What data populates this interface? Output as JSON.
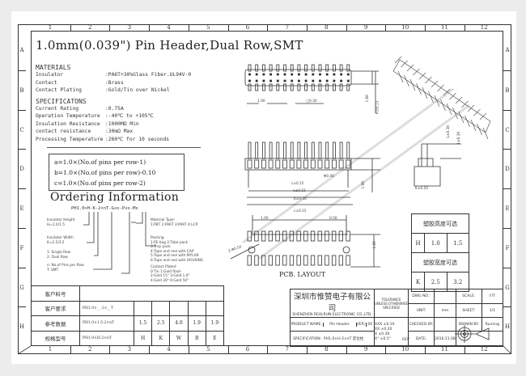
{
  "title": "1.0mm(0.039\") Pin Header,Dual Row,SMT",
  "columns": [
    "1",
    "2",
    "3",
    "4",
    "5",
    "6",
    "7",
    "8",
    "9",
    "10",
    "11",
    "12"
  ],
  "rows": [
    "A",
    "B",
    "C",
    "D",
    "E",
    "F",
    "G",
    "H"
  ],
  "materials": {
    "heading": "MATERIALS",
    "items": [
      {
        "label": "Insulator",
        "value": ":PA6T+30%Glass Fiber.UL94V-0"
      },
      {
        "label": "Contact",
        "value": ":Brass"
      },
      {
        "label": "Contact Plating",
        "value": ":Gold/Tin over Nickel"
      }
    ]
  },
  "specifications": {
    "heading": "SPECIFICATONS",
    "items": [
      {
        "label": "Current Rating",
        "value": ":0.75A"
      },
      {
        "label": "Operation Temperature",
        "value": ":-40℃ to +105℃"
      },
      {
        "label": "Insulation Resistance",
        "value": ":1000MΩ Min"
      },
      {
        "label": "contact resistance",
        "value": ":30mΩ Max"
      },
      {
        "label": "Processing Temperature",
        "value": ":260℃ for 10 seconds"
      }
    ]
  },
  "formulas": [
    "a=1.0×(No.of pins per row-1)",
    "b=1.0×(No.of pins per row)-0.10",
    "c=1.0×(No.of pins per row-2)"
  ],
  "ordering": {
    "heading": "Ordering Information",
    "code": "PH1.0×H-K-2×nT-Gxx-Pxx-Mx",
    "left": [
      [
        "Insulator Height",
        "H=1.0/1.5"
      ],
      [
        "Insulator Width",
        "K=2.5/3.2"
      ],
      [
        "1: Single Row",
        "2: Dual Row"
      ],
      [
        "n: No.of Pins per Row",
        "T: SMT"
      ]
    ],
    "right": [
      [
        "Material Type:",
        "1:PBT 2:PA6T 3:PA9T 4:LCP"
      ],
      [
        "Packing",
        "1:PE bag    2:Tube pack",
        "3:Tray pack",
        "4:Tape and reel with CAP",
        "5:Tape and reel with MYLAR",
        "6:Tape and reel with HOUSING"
      ],
      [
        "Contact Plated",
        "0:Tin      1:Gold flash",
        "2:Gold 15\"  3:Gold 1.0\"",
        "4:Gold 30\"  6:Gold 50\""
      ]
    ]
  },
  "dims": {
    "pitch": "1.00",
    "pitch2": "□0.30",
    "row": "1.00",
    "h1": "H±0.15",
    "c": "c±0.15",
    "a": "a±0.15",
    "b": "b±0.30",
    "pc": "c±0.15",
    "p1": "1.00",
    "p2": "0.56",
    "hole": "2-Φ0.50",
    "pv": "1.80",
    "pv2": "1.90",
    "bd": "Φ0.40",
    "k": "K±0.20",
    "sh": "L±0.30",
    "sh2": "1±0.30"
  },
  "pcb_label": "PCB. LAYOUT",
  "options": {
    "height_title": "塑胶高度可选",
    "height_label": "H",
    "height_vals": [
      "1.0",
      "1.5"
    ],
    "width_title": "塑胶宽度可选",
    "width_label": "K",
    "width_vals": [
      "2.5",
      "3.2"
    ]
  },
  "customer_table": {
    "rows": [
      {
        "label": "客户料号",
        "cells": [
          "",
          "",
          "",
          "",
          "",
          ""
        ]
      },
      {
        "label": "客户要求",
        "cells": [
          "PH1.0×__-2×__T",
          "",
          "",
          "",
          "",
          ""
        ]
      },
      {
        "label": "参考数据",
        "cells": [
          "PH1.0×1.5-2×nT",
          "1.5",
          "2.5",
          "4.0",
          "1.9",
          "1.9"
        ]
      },
      {
        "label": "规格型号",
        "cells": [
          "PH1.0×H-2×nT",
          "H",
          "K",
          "W",
          "B",
          "E"
        ]
      }
    ]
  },
  "title_block": {
    "company_cn": "深圳市惟赞电子有限公司",
    "company_en": "SHENZHEN REALRUN ELECTRONIC CO.,LTD.",
    "product_name_label": "PRODUCT NAME:",
    "product_name": "Pin Header",
    "ver_label": "VER:",
    "ver": "00",
    "spec_label": "SPECIFICATION:",
    "spec": "PH1.0×H-2×nT 定位柱",
    "tolerance": "TOLERANCE UNLESS OTHERWISE SPECIFIED",
    "tol_vals": [
      "XXX ±0.10",
      "XX ±0.20",
      "X ±0.30",
      "X° ±0.5°"
    ],
    "dwg_label": "DWG NO.:",
    "dwg": "",
    "unit_label": "UNIT:",
    "unit": "mm",
    "checked_label": "CHECKED BY:",
    "checked": "",
    "date_label": "DATE:",
    "date": "2016.11.08",
    "rev_label": "REV:",
    "rev": "",
    "scale_label": "SCALE:",
    "scale": "FIT",
    "sheet_label": "SHEET:",
    "sheet": "1/1",
    "drawn_label": "DRAWN BY:",
    "drawn": "Rurning"
  }
}
